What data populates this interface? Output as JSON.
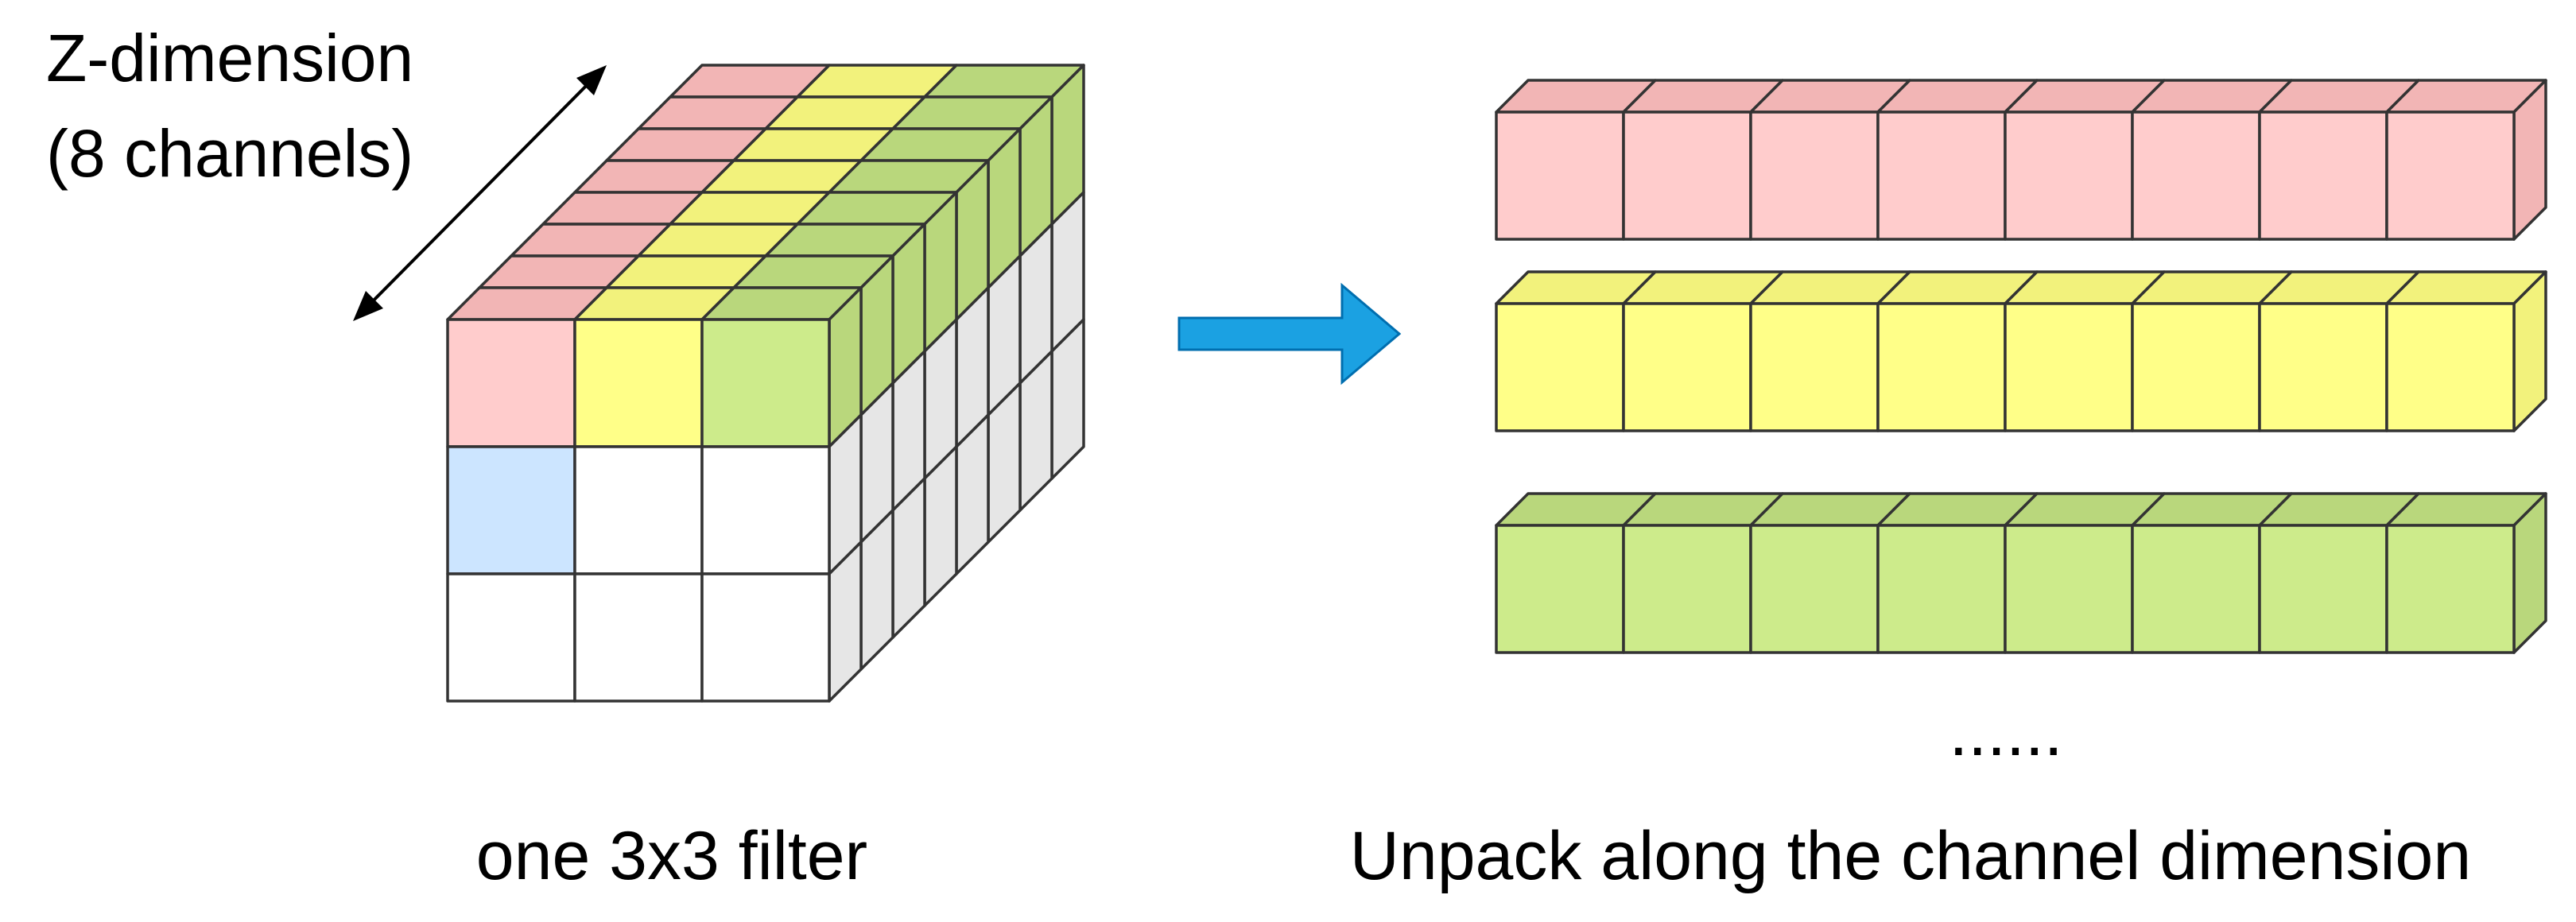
{
  "labels": {
    "z_dimension": "Z-dimension",
    "channels": "(8 channels)",
    "filter_caption": "one 3x3 filter",
    "ellipsis": "......",
    "unpack_caption": "Unpack along the channel dimension"
  },
  "filter": {
    "rows": 3,
    "cols": 3,
    "channels": 8
  },
  "unpacked": {
    "rows_shown": 3,
    "cells_per_row": 8
  },
  "colors": {
    "red_face": "#FFCCCC",
    "red_side": "#F2B5B5",
    "yellow_face": "#FFFF88",
    "yellow_side": "#F2F27C",
    "green_face": "#CDEB8B",
    "green_side": "#B9D77C",
    "blue_face": "#CCE5FF",
    "white_face": "#FFFFFF",
    "grey_side": "#E6E6E6",
    "stroke": "#333333",
    "arrow_fill": "#1BA1E2",
    "arrow_stroke": "#006EAF"
  }
}
